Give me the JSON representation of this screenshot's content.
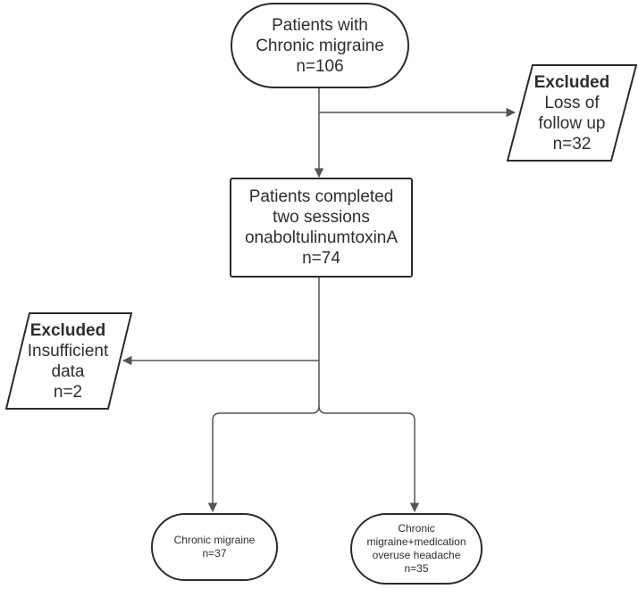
{
  "nodes": {
    "start": {
      "lines": [
        "Patients with",
        "Chronic migraine",
        "n=106"
      ]
    },
    "excluded_top": {
      "title": "Excluded",
      "lines": [
        "Loss of",
        "follow up",
        "n=32"
      ]
    },
    "completed": {
      "lines": [
        "Patients completed",
        "two sessions",
        "onaboltulinumtoxinA",
        "n=74"
      ]
    },
    "excluded_left": {
      "title": "Excluded",
      "lines": [
        "Insufficient",
        "data",
        "n=2"
      ]
    },
    "cm": {
      "lines": [
        "Chronic migraine",
        "n=37"
      ]
    },
    "cm_moh": {
      "lines": [
        "Chronic",
        "migraine+medication",
        "overuse headache",
        "n=35"
      ]
    }
  }
}
